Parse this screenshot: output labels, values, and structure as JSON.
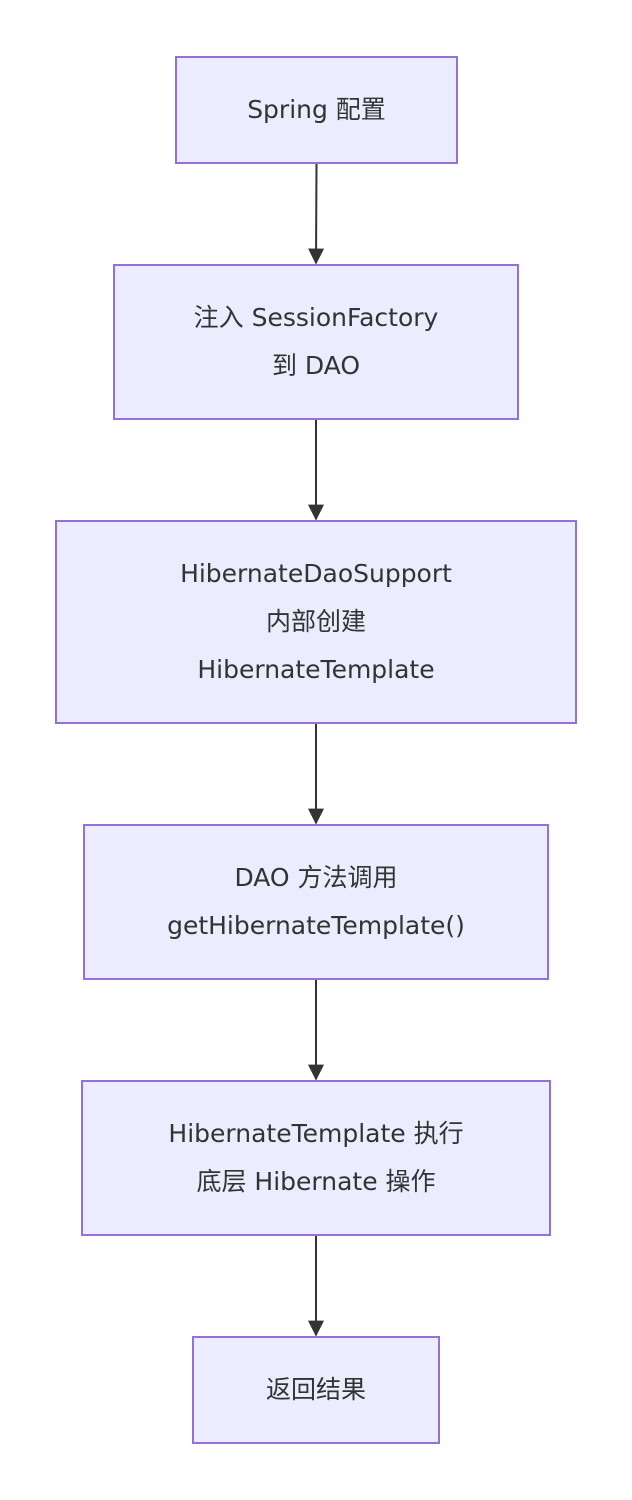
{
  "diagram": {
    "type": "flowchart",
    "direction": "top-to-bottom",
    "colors": {
      "node_fill": "#ECECFF",
      "node_border": "#9370DB",
      "text": "#333333",
      "edge": "#333333",
      "background": "#ffffff"
    },
    "nodes": [
      {
        "id": "n1",
        "lines": [
          "Spring 配置"
        ]
      },
      {
        "id": "n2",
        "lines": [
          "注入 SessionFactory",
          "到 DAO"
        ]
      },
      {
        "id": "n3",
        "lines": [
          "HibernateDaoSupport",
          "内部创建",
          "HibernateTemplate"
        ]
      },
      {
        "id": "n4",
        "lines": [
          "DAO 方法调用",
          "getHibernateTemplate()"
        ]
      },
      {
        "id": "n5",
        "lines": [
          "HibernateTemplate 执行",
          "底层 Hibernate 操作"
        ]
      },
      {
        "id": "n6",
        "lines": [
          "返回结果"
        ]
      }
    ],
    "edges": [
      {
        "from": "n1",
        "to": "n2"
      },
      {
        "from": "n2",
        "to": "n3"
      },
      {
        "from": "n3",
        "to": "n4"
      },
      {
        "from": "n4",
        "to": "n5"
      },
      {
        "from": "n5",
        "to": "n6"
      }
    ]
  }
}
